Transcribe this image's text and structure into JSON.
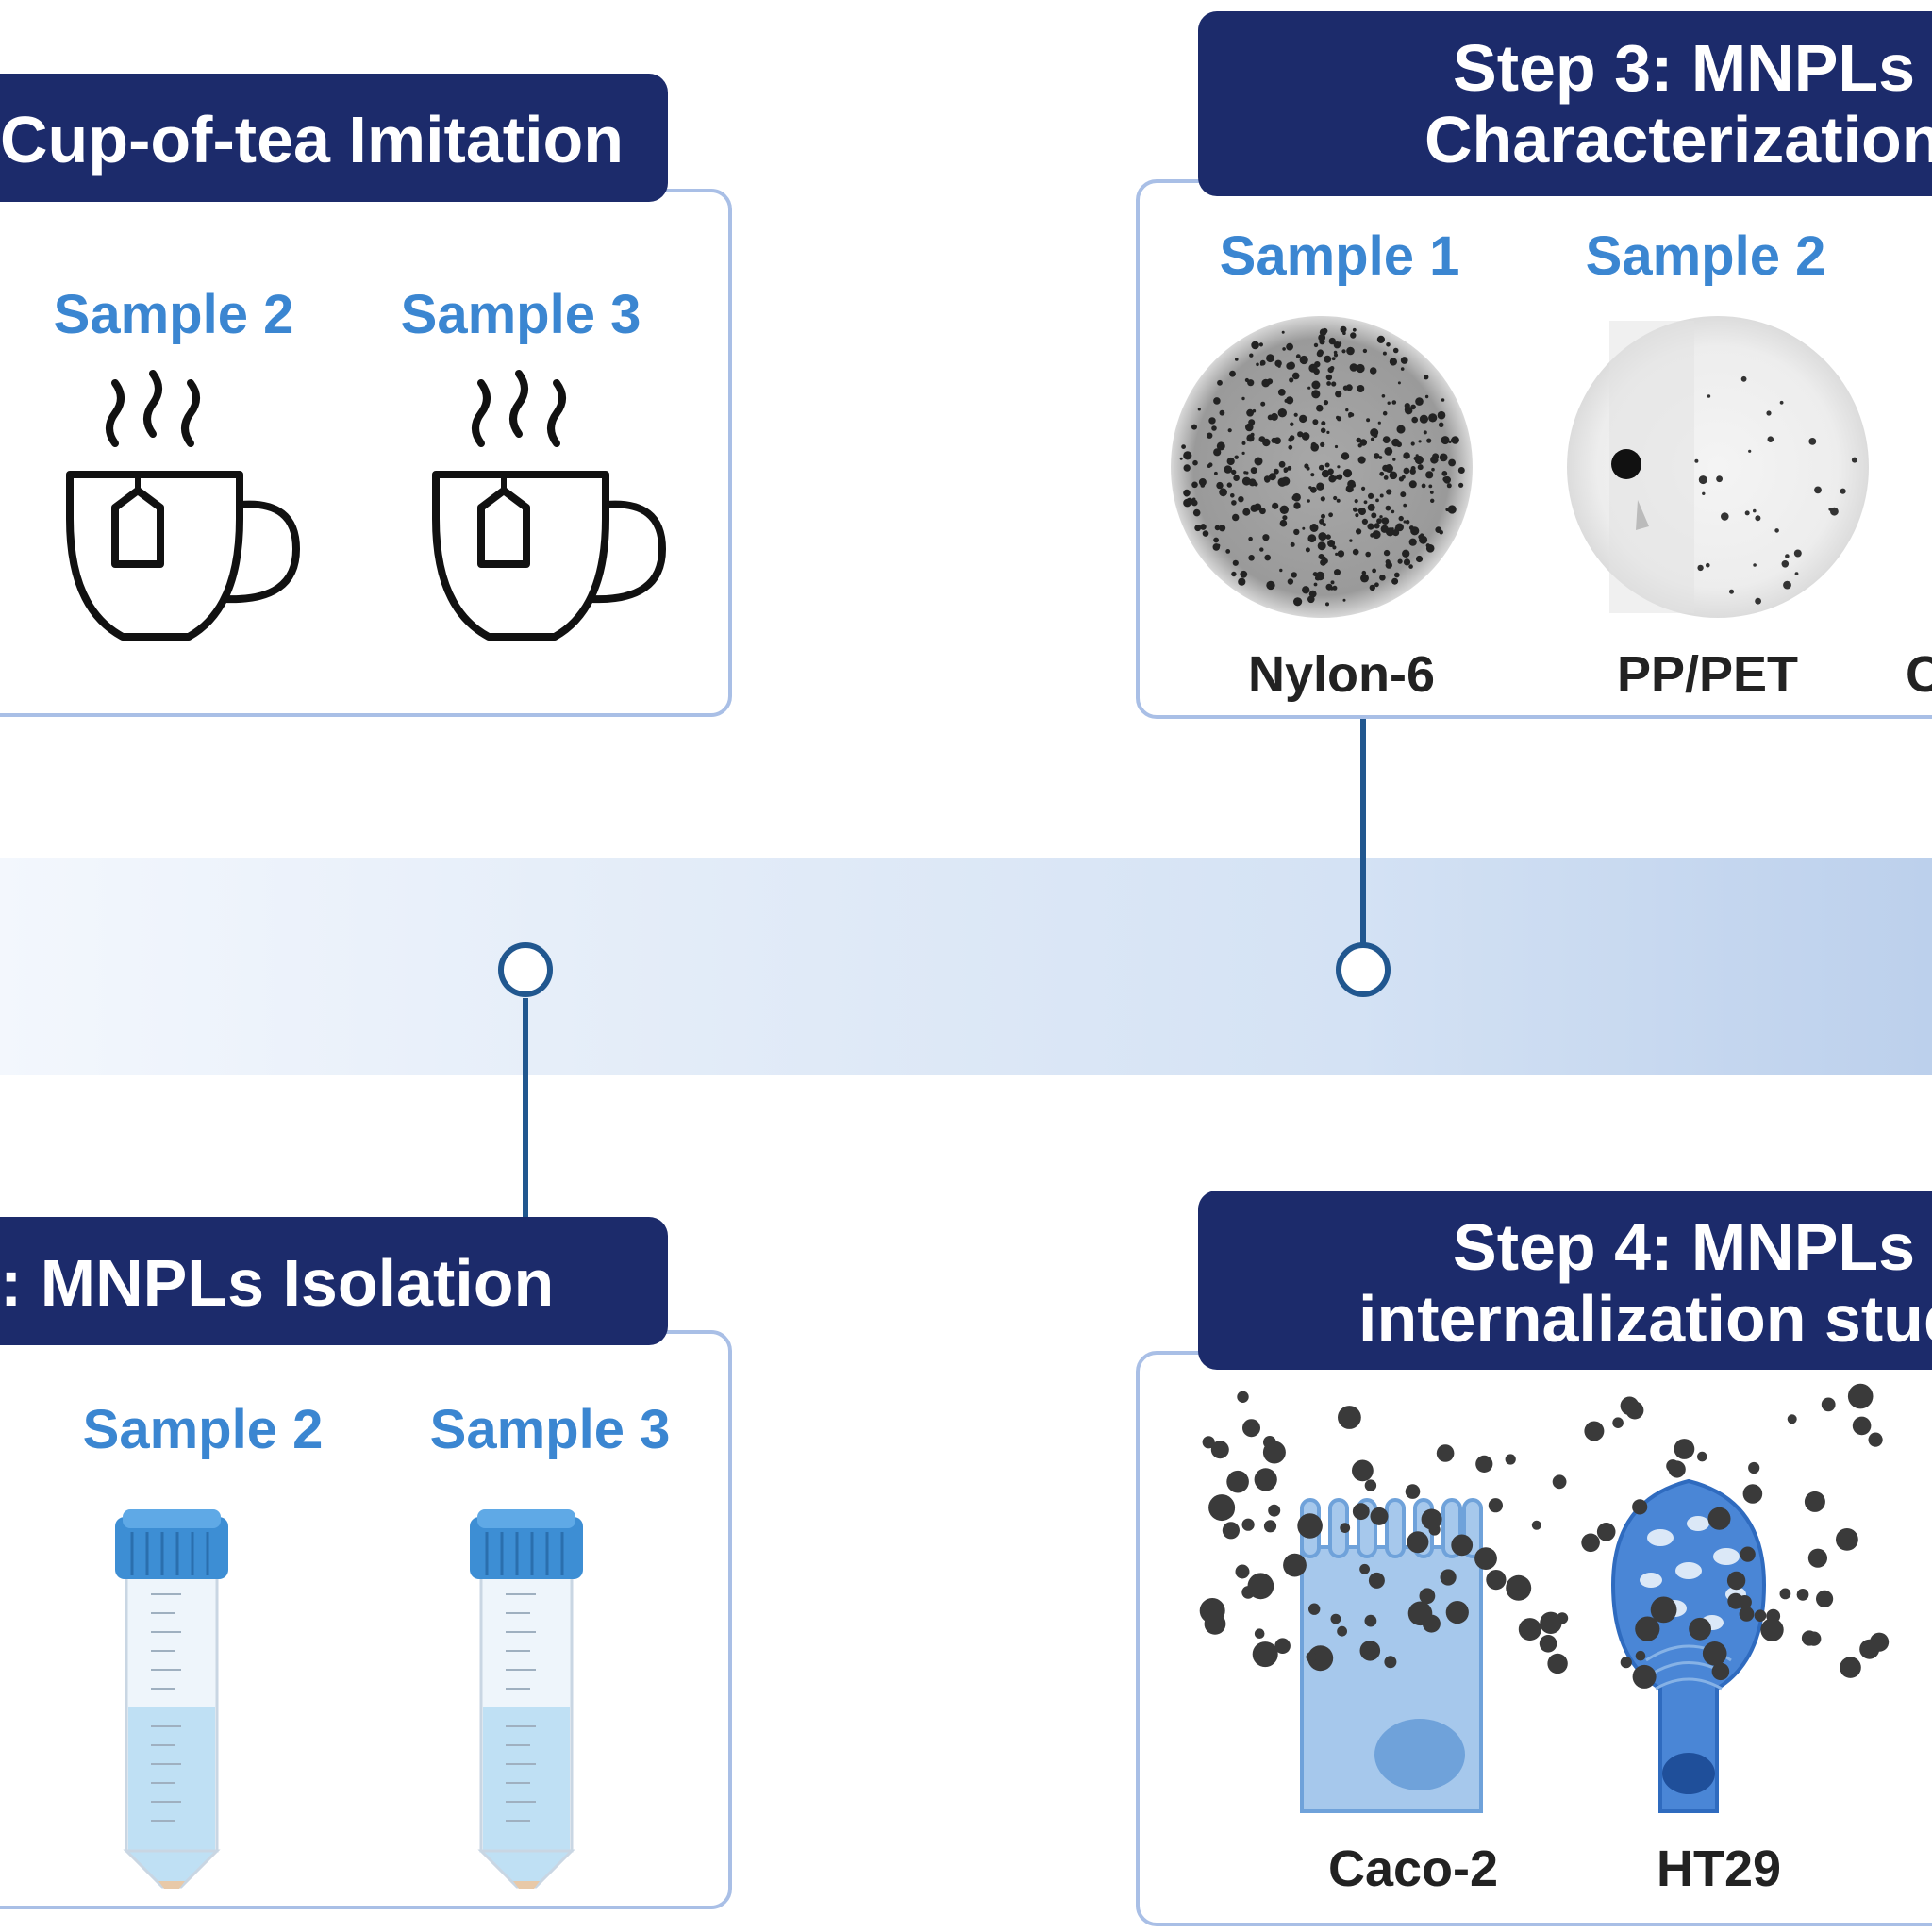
{
  "colors": {
    "header_bg": "#1c2b6b",
    "panel_border": "#a9bfe6",
    "sample_label": "#3b86d1",
    "connector": "#21578f",
    "band_start": "#f3f7fd",
    "band_end": "#bcd0ec"
  },
  "step1": {
    "title": "Cup-of-tea Imitation",
    "samples": [
      "Sample 2",
      "Sample 3"
    ],
    "icon": "tea-cup-icon"
  },
  "step2": {
    "title": ": MNPLs Isolation",
    "samples": [
      "Sample 2",
      "Sample 3"
    ],
    "icon": "centrifuge-tube-icon"
  },
  "step3": {
    "title_line1": "Step 3: MNPLs",
    "title_line2": "Characterization",
    "samples": [
      "Sample 1",
      "Sample 2"
    ],
    "materials": [
      "Nylon-6",
      "PP/PET",
      "C"
    ]
  },
  "step4": {
    "title_line1": "Step 4: MNPLs",
    "title_line2": "internalization stud",
    "cells": [
      "Caco-2",
      "HT29"
    ]
  }
}
